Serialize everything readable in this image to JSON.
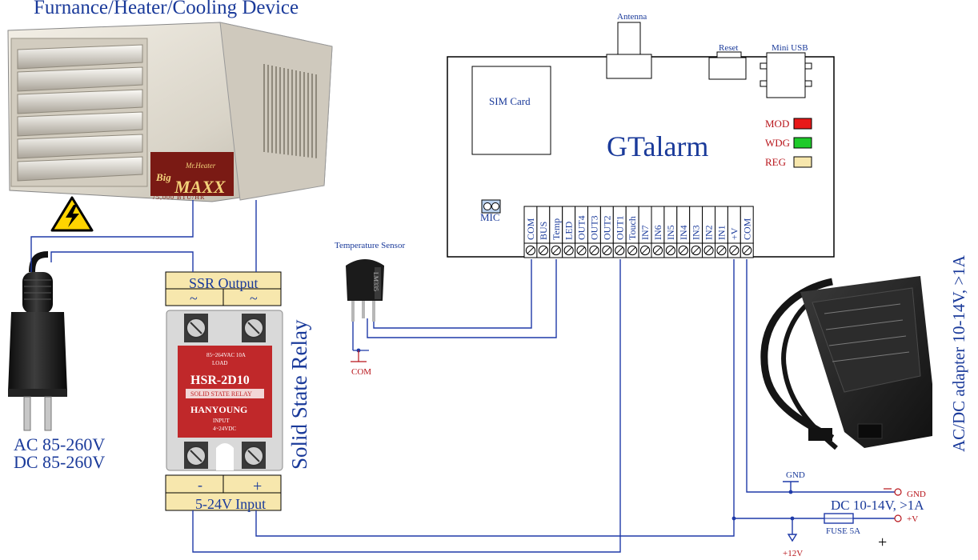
{
  "labels": {
    "device_title": "Furnance/Heater/Cooling Device",
    "heater_brand_top": "Mr.Heater",
    "heater_brand_big": "Big",
    "heater_brand_maxx": "MAXX",
    "heater_btu": "75,000 BTU/HR",
    "antenna": "Antenna",
    "reset": "Reset",
    "mini_usb": "Mini USB",
    "sim_card": "SIM Card",
    "board_name": "GTalarm",
    "mic": "MIC",
    "temp_sensor": "Temperature Sensor",
    "sensor_marking": "LM335",
    "sensor_com": "COM",
    "ssr_output": "SSR Output",
    "ssr_output_left": "~",
    "ssr_output_right": "~",
    "ssr_title": "Solid State Relay",
    "ssr_input": "5-24V Input",
    "ssr_minus": "-",
    "ssr_plus": "+",
    "relay_model": "HSR-2D10",
    "relay_subtitle": "SOLID STATE RELAY",
    "relay_maker": "HANYOUNG",
    "relay_load": "LOAD",
    "relay_input": "INPUT",
    "relay_rating_top": "85~264VAC 10A",
    "relay_rating_bottom": "4~24VDC",
    "ac_line1": "AC 85-260V",
    "ac_line2": "DC 85-260V",
    "adapter_title": "AC/DC adapter 10-14V, >1A",
    "gnd_top": "GND",
    "gnd_right": "GND",
    "dc_spec": "DC 10-14V, >1A",
    "plus_v": "+V",
    "fuse": "FUSE 5A",
    "plus12v": "+12V",
    "plus_sign": "+"
  },
  "leds": [
    {
      "label": "MOD",
      "color": "#e81818"
    },
    {
      "label": "WDG",
      "color": "#1ecb2a"
    },
    {
      "label": "REG",
      "color": "#f7e7ad"
    }
  ],
  "terminals": [
    "COM",
    "BUS",
    "Temp",
    "LED",
    "OUT4",
    "OUT3",
    "OUT2",
    "OUT1",
    "Touch",
    "IN7",
    "IN6",
    "IN5",
    "IN4",
    "IN3",
    "IN2",
    "IN1",
    "+V",
    "COM"
  ],
  "colors": {
    "wire": "#1f3aa8",
    "text_blue": "#1a3a9a",
    "text_red": "#b8151b",
    "outline": "#000000",
    "ssr_box": "#f7e7ad"
  }
}
